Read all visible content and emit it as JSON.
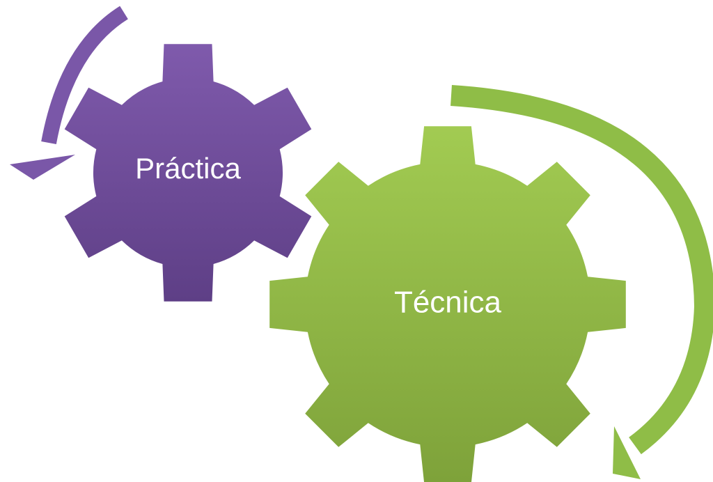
{
  "diagram": {
    "gears": [
      {
        "id": "small",
        "label": "Práctica",
        "color_top": "#7f5aac",
        "color_bottom": "#5e3f86"
      },
      {
        "id": "large",
        "label": "Técnica",
        "color_top": "#a2cb52",
        "color_bottom": "#7ea23a"
      }
    ],
    "arrows": [
      {
        "id": "purple-arrow",
        "color": "#7a57a8",
        "direction": "counter-clockwise"
      },
      {
        "id": "green-arrow",
        "color": "#8fbd47",
        "direction": "clockwise"
      }
    ]
  }
}
